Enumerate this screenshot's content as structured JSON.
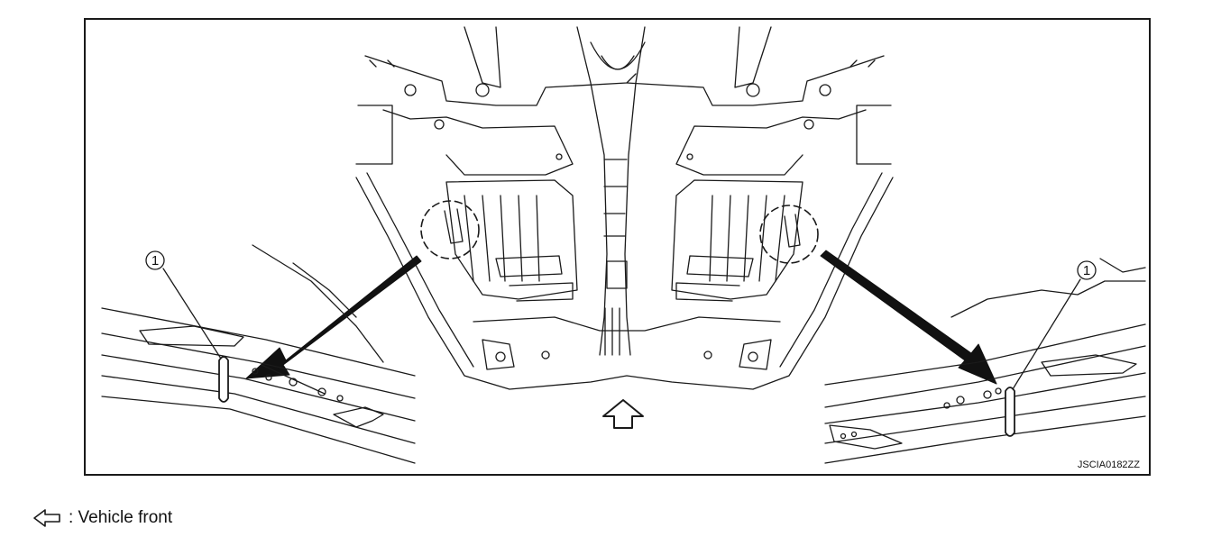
{
  "figure": {
    "figure_code": "JSCIA0182ZZ",
    "callout_left": "1",
    "callout_right": "1"
  },
  "legend": {
    "icon": "vehicle-front-arrow-icon",
    "text": ": Vehicle front"
  }
}
